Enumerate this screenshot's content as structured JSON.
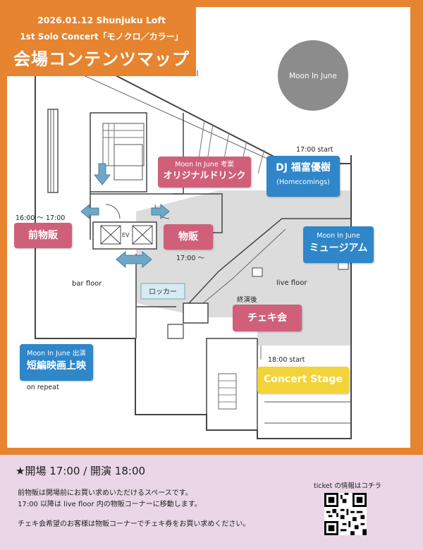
{
  "header": {
    "line1": "2026.01.12 Shunjuku Loft",
    "line2": "1st Solo Concert「モノクロ／カラー」",
    "title": "会場コンテンツマップ"
  },
  "logo": {
    "text": "Moon In June"
  },
  "areas": {
    "drink": {
      "small": "Moon In June 考案",
      "main": "オリジナルドリンク"
    },
    "dj": {
      "main": "DJ 福富優樹",
      "small": "(Homecomings)",
      "time": "17:00 start"
    },
    "pre_merch": {
      "main": "前物販",
      "time": "16:00 〜 17:00"
    },
    "merch": {
      "main": "物販",
      "time": "17:00 〜"
    },
    "museum": {
      "small": "Moon In June",
      "main": "ミュージアム"
    },
    "cheki": {
      "main": "チェキ会",
      "note": "終演後"
    },
    "film": {
      "small": "Moon In June 出演",
      "main": "短編映画上映",
      "note": "on repeat"
    },
    "stage": {
      "main": "Concert Stage",
      "time": "18:00 start"
    }
  },
  "map_labels": {
    "bar_floor": "bar floor",
    "live_floor": "live floor",
    "locker": "ロッカー",
    "ev": "EV"
  },
  "footer": {
    "open_time": "★開場 17:00 / 開演 18:00",
    "line1": "前物販は開場前にお買い求めいただけるスペースです。",
    "line2": "17:00 以降は live floor 内の物販コーナーに移動します。",
    "line3": "チェキ会希望のお客様は物販コーナーでチェキ券をお買い求めください。",
    "ticket": "ticket の情報はコチラ"
  },
  "colors": {
    "orange": "#e6842f",
    "pink": "#d0607a",
    "blue": "#2f86c9",
    "yellow": "#f2d43a",
    "footer_bg": "#ead6e6",
    "arrow": "#6ea8c8"
  }
}
